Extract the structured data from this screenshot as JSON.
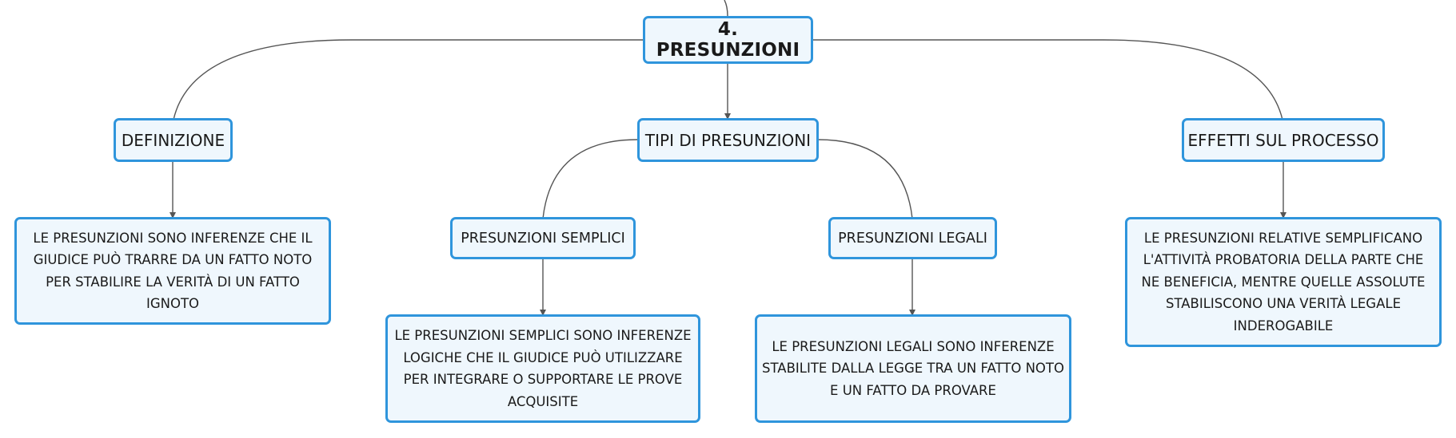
{
  "map": {
    "root": "4. PRESUNZIONI",
    "definizione": {
      "title": "DEFINIZIONE",
      "text": "LE PRESUNZIONI SONO INFERENZE CHE IL GIUDICE PUÒ TRARRE DA UN FATTO NOTO PER STABILIRE LA VERITÀ DI UN FATTO IGNOTO"
    },
    "tipi": {
      "title": "TIPI DI PRESUNZIONI",
      "semplici": {
        "title": "PRESUNZIONI SEMPLICI",
        "text": "LE PRESUNZIONI SEMPLICI SONO INFERENZE LOGICHE CHE IL GIUDICE PUÒ UTILIZZARE PER INTEGRARE O SUPPORTARE LE PROVE ACQUISITE"
      },
      "legali": {
        "title": "PRESUNZIONI LEGALI",
        "text": "LE PRESUNZIONI LEGALI SONO INFERENZE STABILITE DALLA LEGGE TRA UN FATTO NOTO E UN FATTO DA PROVARE"
      }
    },
    "effetti": {
      "title": "EFFETTI SUL PROCESSO",
      "text": "LE PRESUNZIONI RELATIVE SEMPLIFICANO L'ATTIVITÀ PROBATORIA DELLA PARTE CHE NE BENEFICIA, MENTRE QUELLE ASSOLUTE STABILISCONO UNA VERITÀ LEGALE INDEROGABILE"
    },
    "colors": {
      "border": "#2f95dc",
      "fill": "#eff7fd",
      "connector": "#555555"
    }
  }
}
